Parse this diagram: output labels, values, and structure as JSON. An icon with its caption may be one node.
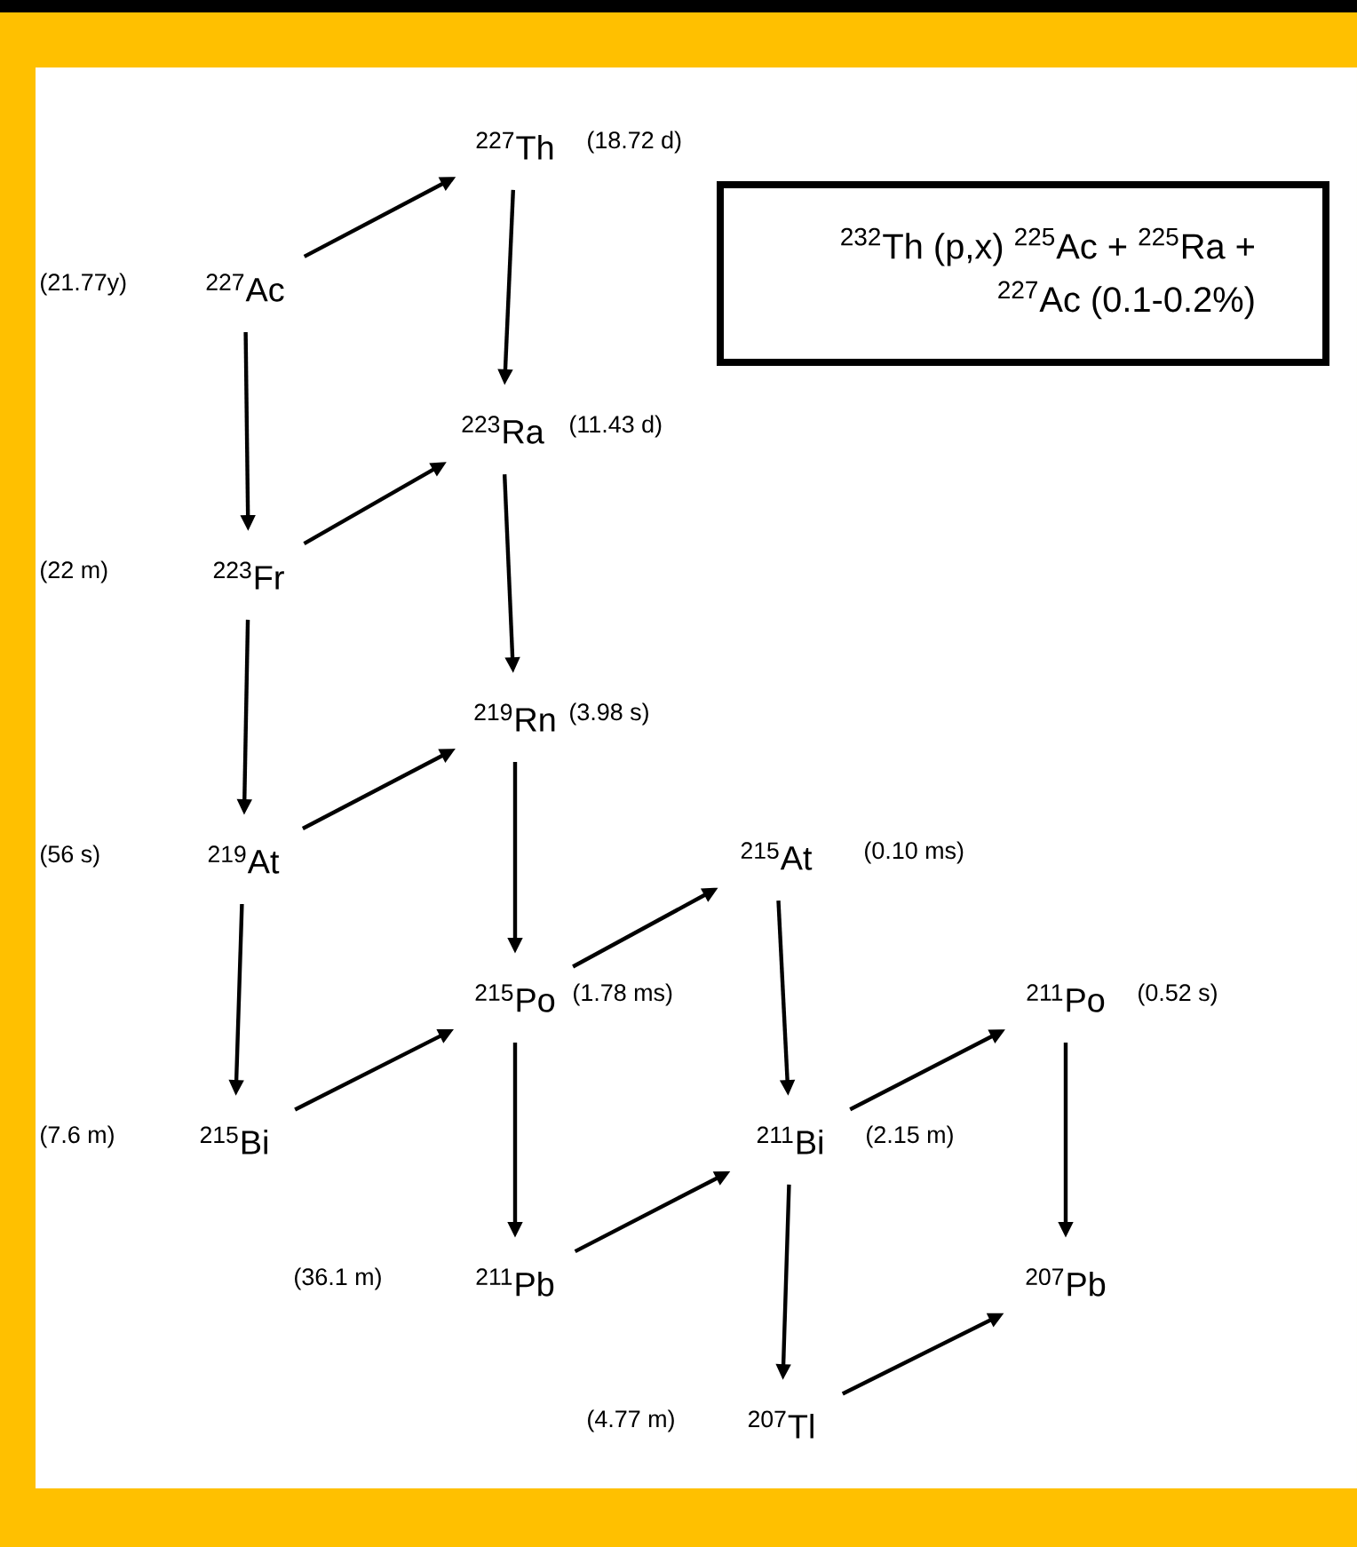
{
  "diagram": {
    "nodes": [
      {
        "text": [
          "$^{227}$Th"
        ],
        "beside": [
          "(18.72 d)"
        ]
      },
      {
        "text": [
          "$^{232}$Th (p,x) $^{225}$Ac + $^{225}$Ra + $^{227}$Ac (0.1-0.2%)"
        ]
      },
      {
        "text": [
          "$^{227}$Ac"
        ],
        "beside": [
          "(21.77y)"
        ]
      },
      {
        "text": [
          "$^{223}$Ra"
        ],
        "beside": [
          "(11.43 d)"
        ]
      },
      {
        "text": [
          "$^{223}$Fr"
        ]
      },
      {
        "text": [
          "$^{219}$Rn"
        ],
        "beside": [
          "(3.98 s)"
        ]
      },
      {
        "text": [
          "$^{219}$At"
        ]
      },
      {
        "text": [
          "$^{215}$At"
        ],
        "beside": [
          "(0.10 ms)"
        ]
      },
      {
        "text": [
          "$^{215}$Po"
        ],
        "beside": [
          "(1.78 ms)"
        ]
      },
      {
        "text": [
          "$^{211}$Po"
        ],
        "beside": [
          "(0.52 s)"
        ]
      },
      {
        "text": [
          "$^{215}$Bi"
        ],
        "beside": [
          "(7.6 m)"
        ]
      },
      {
        "text": [
          "$^{211}$Bi"
        ],
        "beside": [
          "(2.15 m)"
        ]
      },
      {
        "text": [
          "$^{211}$Pb"
        ],
        "beside": [
          "(36.1 m)"
        ]
      },
      {
        "text": [
          "$^{207}$Pb"
        ]
      },
      {
        "text": [
          "$^{207}$Tl"
        ],
        "beside": [
          "(4.77 m)"
        ]
      }
    ],
    "edges": [
      {
        "from": 2,
        "to": 0,
        "arrow": "to"
      },
      {
        "from": 0,
        "to": 3,
        "arrow": "to"
      },
      {
        "from": 2,
        "to": 4,
        "arrow": "to"
      },
      {
        "from": 4,
        "to": 3,
        "arrow": "to"
      },
      {
        "from": 3,
        "to": 5,
        "arrow": "to"
      },
      {
        "from": 4,
        "to": 6,
        "arrow": "to"
      },
      {
        "from": 6,
        "to": 5,
        "arrow": "to"
      },
      {
        "from": 5,
        "to": 8,
        "arrow": "to"
      },
      {
        "from": 6,
        "to": 10,
        "arrow": "to"
      },
      {
        "from": 10,
        "to": 8,
        "arrow": "to"
      },
      {
        "from": 8,
        "to": 7,
        "arrow": "to"
      },
      {
        "from": 8,
        "to": 12,
        "arrow": "to"
      },
      {
        "from": 7,
        "to": 11,
        "arrow": "to"
      },
      {
        "from": 12,
        "to": 11,
        "arrow": "to"
      },
      {
        "from": 11,
        "to": 9,
        "arrow": "to"
      },
      {
        "from": 11,
        "to": 14,
        "arrow": "to"
      },
      {
        "from": 9,
        "to": 13,
        "arrow": "to"
      },
      {
        "from": 14,
        "to": 13,
        "arrow": "to"
      }
    ],
    "labels": [
      "(22 m)",
      "(56 s)"
    ]
  }
}
